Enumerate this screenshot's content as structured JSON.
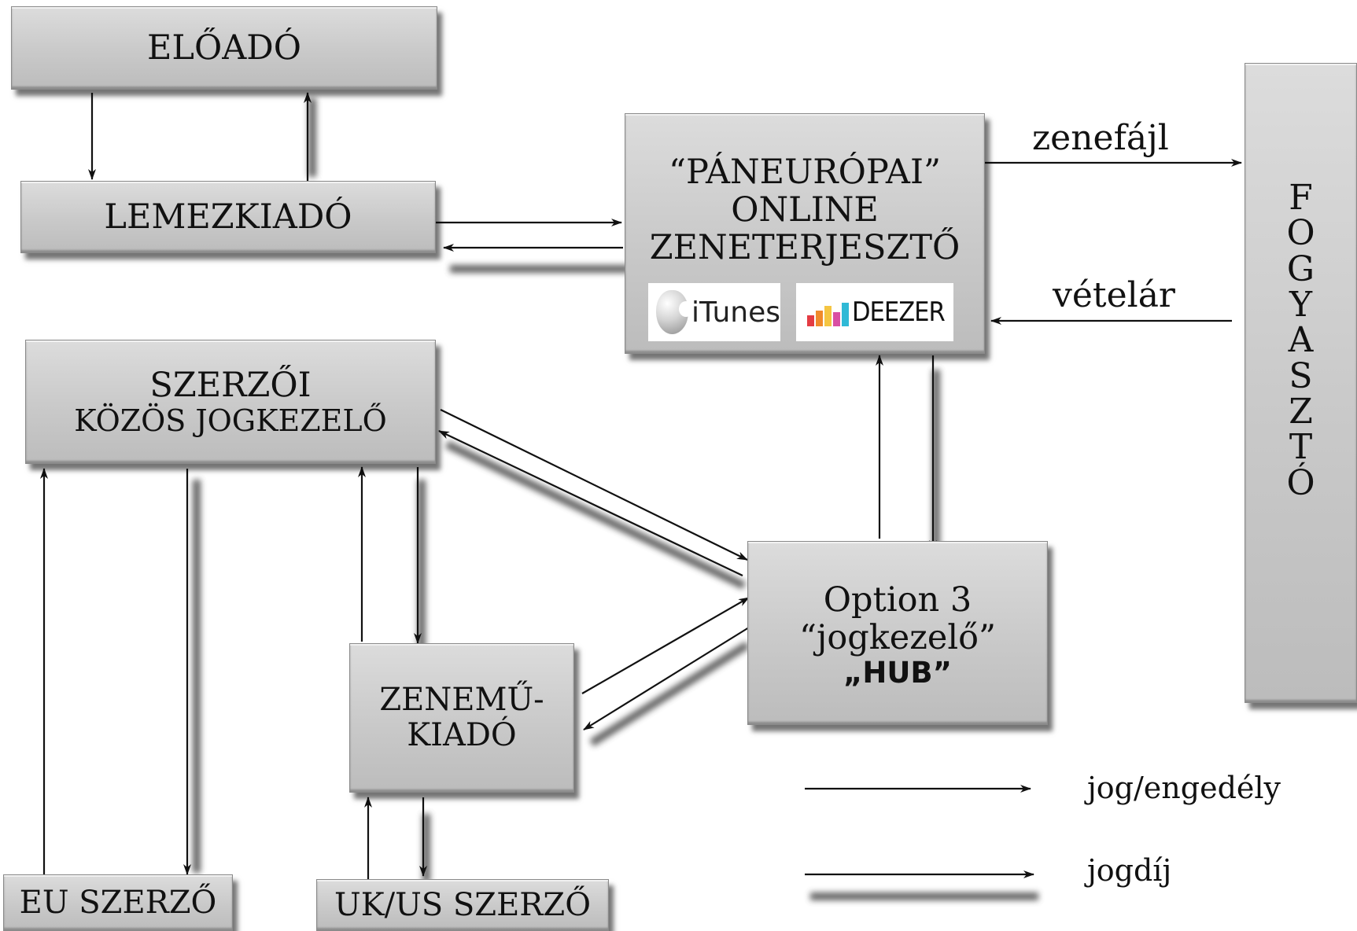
{
  "nodes": {
    "eloado": "ELŐADÓ",
    "lemezkiado": "LEMEZKIADÓ",
    "paneuropai": "“PÁNEURÓPAI”",
    "online": "ONLINE",
    "zeneterjeszto": "ZENETERJESZTŐ",
    "szerzoi": "SZERZŐI",
    "kozos": "KÖZÖS JOGKEZELŐ",
    "hub_option": "Option 3",
    "hub_jogkezelo": "“jogkezelő”",
    "hub_hub": "„HUB”",
    "zenemu": "ZENEMŰ-",
    "kiado": "KIADÓ",
    "eu_szerzo": "EU SZERZŐ",
    "ukus_szerzo": "UK/US SZERZŐ",
    "fogyaszto": [
      "F",
      "O",
      "G",
      "Y",
      "A",
      "S",
      "Z",
      "T",
      "Ó"
    ]
  },
  "logos": {
    "itunes": "iTunes",
    "deezer": "DEEZER"
  },
  "edge_labels": {
    "zenefajl": "zenefájl",
    "vetelar": "vételár"
  },
  "legend": {
    "jog": "jog/engedély",
    "jogdij": "jogdíj"
  },
  "colors": {
    "box_fill": "#c9c9c9",
    "arrow": "#111111",
    "shadow": "#555555"
  }
}
